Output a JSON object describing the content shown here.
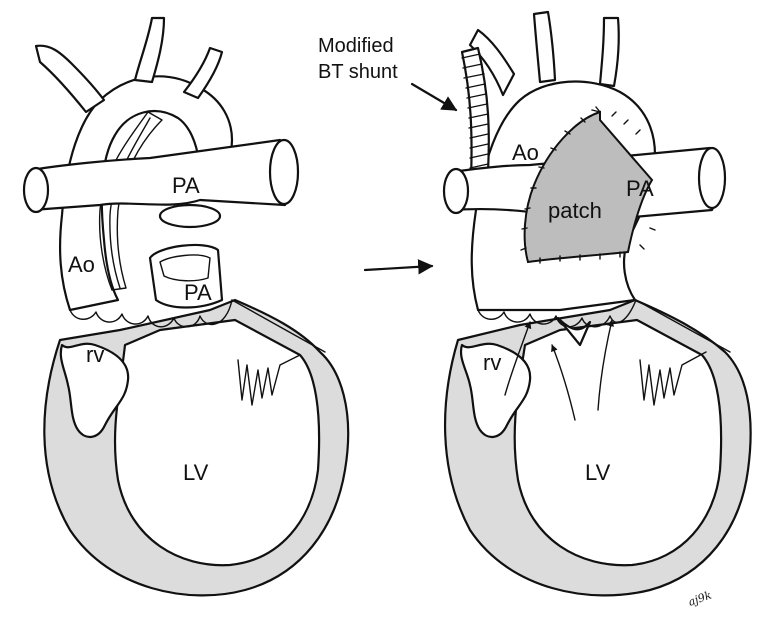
{
  "left_heart": {
    "labels": {
      "pa_top": "PA",
      "ao": "Ao",
      "pa_bottom": "PA",
      "rv": "rv",
      "lv": "LV"
    }
  },
  "arrow": {
    "icon": "right-arrow-icon"
  },
  "right_heart": {
    "annotation_line1": "Modified",
    "annotation_line2": "BT shunt",
    "labels": {
      "ao": "Ao",
      "pa": "PA",
      "patch": "patch",
      "rv": "rv",
      "lv": "LV"
    },
    "signature": "aj9k"
  }
}
